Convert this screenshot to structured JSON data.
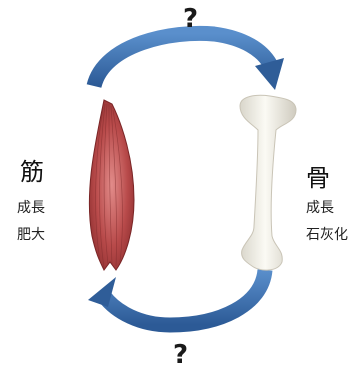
{
  "question_top": "?",
  "question_bottom": "?",
  "muscle": {
    "title": "筋",
    "properties": [
      "成長",
      "肥大"
    ]
  },
  "bone": {
    "title": "骨",
    "properties": [
      "成長",
      "石灰化"
    ]
  },
  "colors": {
    "arrow": "#3b6ca8",
    "muscle": "#b84a4a",
    "bone": "#f1efe6"
  }
}
